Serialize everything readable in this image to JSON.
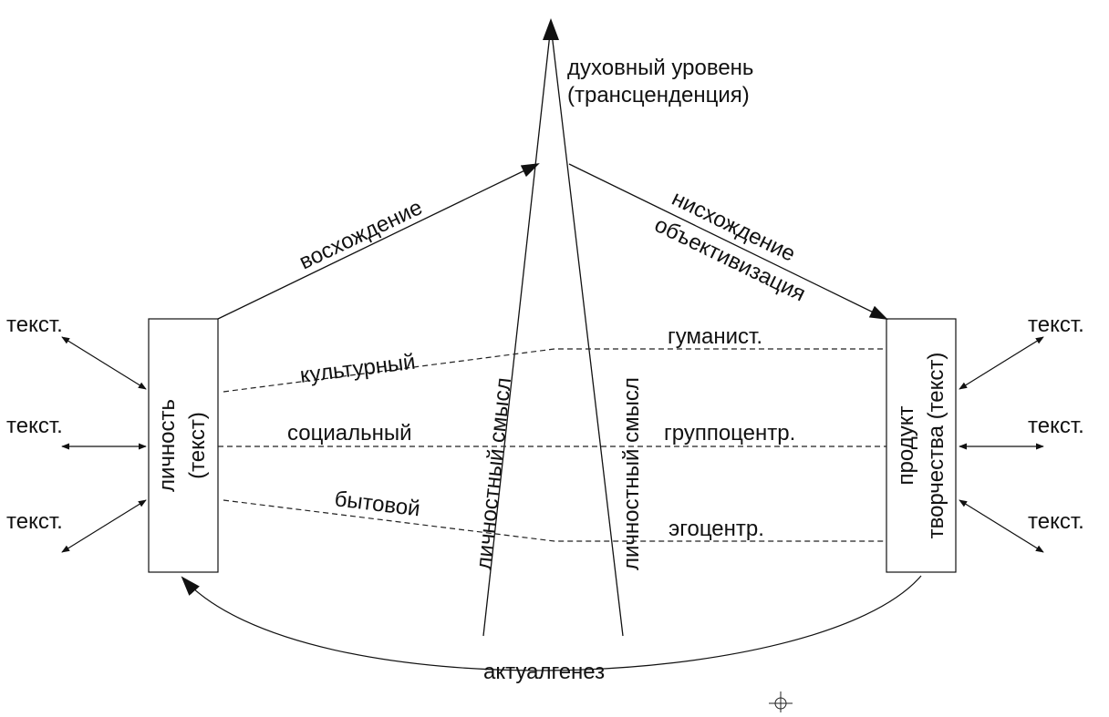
{
  "diagram": {
    "top": {
      "line1": "духовный уровень",
      "line2": "(трансценденция)"
    },
    "ascent": "восхождение",
    "descent": {
      "line1": "нисхождение",
      "line2": "объективизация"
    },
    "left_box": {
      "line1": "личность",
      "line2": "(текст)"
    },
    "right_box": {
      "line1": "продукт",
      "line2": "творчества (текст)"
    },
    "side_texts": [
      "текст.",
      "текст.",
      "текст.",
      "текст.",
      "текст.",
      "текст."
    ],
    "levels_left": [
      "культурный",
      "социальный",
      "бытовой"
    ],
    "levels_right": [
      "гуманист.",
      "группоцентр.",
      "эгоцентр."
    ],
    "personal_meaning": "личностный смысл",
    "bottom": "актуалгенез"
  }
}
